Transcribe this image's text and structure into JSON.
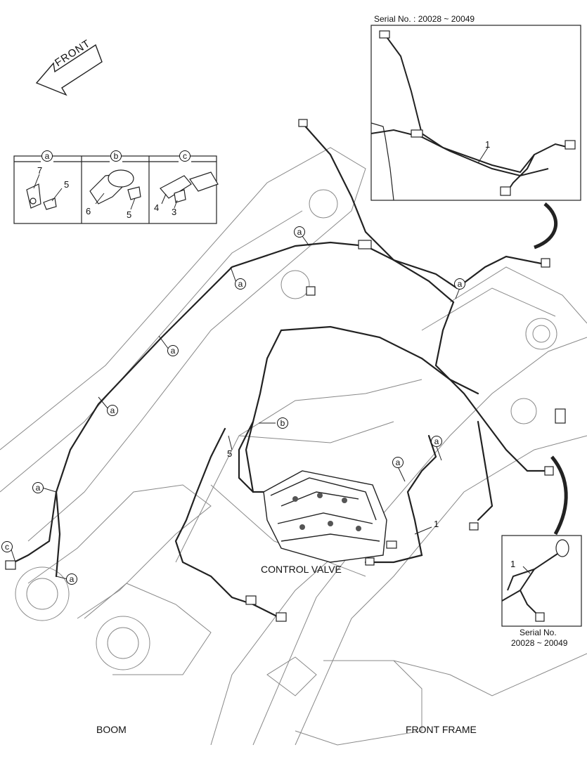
{
  "front_label": "FRONT",
  "detail_boxes": {
    "a": {
      "letter": "a",
      "parts": [
        "7",
        "5"
      ]
    },
    "b": {
      "letter": "b",
      "parts": [
        "6",
        "5"
      ]
    },
    "c": {
      "letter": "c",
      "parts": [
        "4",
        "3"
      ]
    }
  },
  "inset_top": {
    "serial": "Serial No. : 20028 ~ 20049",
    "part": "1"
  },
  "inset_bottom": {
    "part": "1",
    "serial_line1": "Serial No.",
    "serial_line2": "20028 ~ 20049"
  },
  "callouts": {
    "a": "a",
    "b": "b",
    "c": "c",
    "part_1": "1",
    "part_5": "5"
  },
  "labels": {
    "control_valve": "CONTROL VALVE",
    "boom": "BOOM",
    "front_frame": "FRONT FRAME"
  }
}
